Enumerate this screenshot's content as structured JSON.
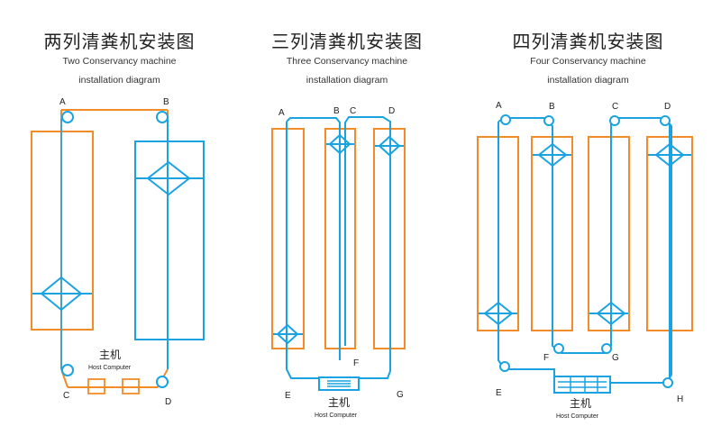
{
  "panels": [
    {
      "title_cn": "两列清粪机安装图",
      "title_en": "Two Conservancy machine",
      "title_en2": "installation diagram",
      "points": [
        "A",
        "B",
        "C",
        "D"
      ],
      "host_cn": "主机",
      "host_en": "Host Computer"
    },
    {
      "title_cn": "三列清粪机安装图",
      "title_en": "Three Conservancy machine",
      "title_en2": "installation diagram",
      "points": [
        "A",
        "B",
        "C",
        "D",
        "E",
        "F",
        "G"
      ],
      "host_cn": "主机",
      "host_en": "Host Computer"
    },
    {
      "title_cn": "四列清粪机安装图",
      "title_en": "Four Conservancy machine",
      "title_en2": "installation diagram",
      "points": [
        "A",
        "B",
        "C",
        "D",
        "E",
        "F",
        "G",
        "H"
      ],
      "host_cn": "主机",
      "host_en": "Host Computer"
    }
  ],
  "colors": {
    "pen_frame": "#F28C28",
    "track_line": "#1AA3E0"
  }
}
